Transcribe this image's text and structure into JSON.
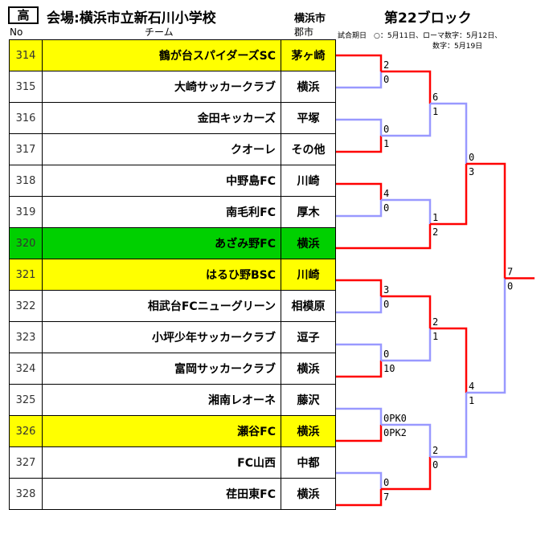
{
  "header": {
    "badge": "高",
    "venue": "会場:横浜市立新石川小学校",
    "city": "横浜市",
    "block": "第22ブロック",
    "note_line1": "試合期日　○：5月11日、ローマ数字：5月12日、",
    "note_line2": "数字：5月19日"
  },
  "columns": {
    "no": "No",
    "team": "チーム",
    "district": "郡市"
  },
  "colors": {
    "winner_line": "#ff0000",
    "loser_line": "#9999ff",
    "highlight_yellow": "#ffff00",
    "highlight_green": "#00d000"
  },
  "teams": [
    {
      "no": "314",
      "name": "鶴が台スパイダーズSC",
      "district": "茅ヶ崎",
      "highlight": "yellow"
    },
    {
      "no": "315",
      "name": "大崎サッカークラブ",
      "district": "横浜",
      "highlight": ""
    },
    {
      "no": "316",
      "name": "金田キッカーズ",
      "district": "平塚",
      "highlight": ""
    },
    {
      "no": "317",
      "name": "クオーレ",
      "district": "その他",
      "highlight": ""
    },
    {
      "no": "318",
      "name": "中野島FC",
      "district": "川崎",
      "highlight": ""
    },
    {
      "no": "319",
      "name": "南毛利FC",
      "district": "厚木",
      "highlight": ""
    },
    {
      "no": "320",
      "name": "あざみ野FC",
      "district": "横浜",
      "highlight": "green"
    },
    {
      "no": "321",
      "name": "はるひ野BSC",
      "district": "川崎",
      "highlight": "yellow"
    },
    {
      "no": "322",
      "name": "相武台FCニューグリーン",
      "district": "相模原",
      "highlight": ""
    },
    {
      "no": "323",
      "name": "小坪少年サッカークラブ",
      "district": "逗子",
      "highlight": ""
    },
    {
      "no": "324",
      "name": "富岡サッカークラブ",
      "district": "横浜",
      "highlight": ""
    },
    {
      "no": "325",
      "name": "湘南レオーネ",
      "district": "藤沢",
      "highlight": ""
    },
    {
      "no": "326",
      "name": "瀬谷FC",
      "district": "横浜",
      "highlight": "yellow"
    },
    {
      "no": "327",
      "name": "FC山西",
      "district": "中都",
      "highlight": ""
    },
    {
      "no": "328",
      "name": "荏田東FC",
      "district": "横浜",
      "highlight": ""
    }
  ],
  "scores": [
    {
      "id": "r1a-top",
      "text": "2"
    },
    {
      "id": "r1a-bot",
      "text": "0"
    },
    {
      "id": "r1b-top",
      "text": "0"
    },
    {
      "id": "r1b-bot",
      "text": "1"
    },
    {
      "id": "r1c-top",
      "text": "4"
    },
    {
      "id": "r1c-bot",
      "text": "0"
    },
    {
      "id": "r1d-top",
      "text": "3"
    },
    {
      "id": "r1d-bot",
      "text": "0"
    },
    {
      "id": "r1e-top",
      "text": "0"
    },
    {
      "id": "r1e-bot",
      "text": "10"
    },
    {
      "id": "r1f-top",
      "text": "0PK0"
    },
    {
      "id": "r1f-bot",
      "text": "0PK2"
    },
    {
      "id": "r1g-top",
      "text": "0"
    },
    {
      "id": "r1g-bot",
      "text": "7"
    },
    {
      "id": "r2a-top",
      "text": "6"
    },
    {
      "id": "r2a-bot",
      "text": "1"
    },
    {
      "id": "r2b-top",
      "text": "1"
    },
    {
      "id": "r2b-bot",
      "text": "2"
    },
    {
      "id": "r2c-top",
      "text": "2"
    },
    {
      "id": "r2c-bot",
      "text": "1"
    },
    {
      "id": "r2d-top",
      "text": "2"
    },
    {
      "id": "r2d-bot",
      "text": "0"
    },
    {
      "id": "r3a-top",
      "text": "0"
    },
    {
      "id": "r3a-bot",
      "text": "3"
    },
    {
      "id": "r3b-top",
      "text": "4"
    },
    {
      "id": "r3b-bot",
      "text": "1"
    },
    {
      "id": "final-top",
      "text": "7"
    },
    {
      "id": "final-bot",
      "text": "0"
    }
  ]
}
